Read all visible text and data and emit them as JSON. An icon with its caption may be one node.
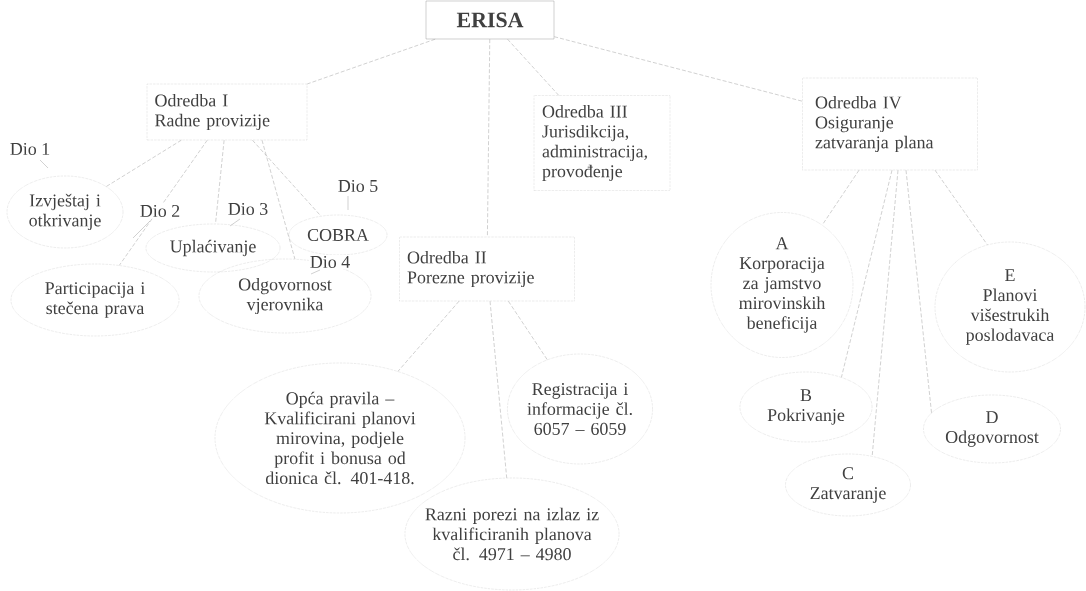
{
  "diagram": {
    "nodes": [
      {
        "text": [
          "ERISA"
        ]
      },
      {
        "text": [
          "Odredba I",
          "Radne provizije"
        ]
      },
      {
        "text": [
          "Izvještaj i otkrivanje"
        ]
      },
      {
        "text": [
          "Participacija i stečena prava"
        ]
      },
      {
        "text": [
          "Uplaćivanje"
        ]
      },
      {
        "text": [
          "Odgovornost vjerovnika"
        ]
      },
      {
        "text": [
          "COBRA"
        ]
      },
      {
        "text": [
          "Odredba II",
          "Porezne provizije"
        ]
      },
      {
        "text": [
          "Opća pravila – Kvalificirani planovi mirovina, podjele profit i bonusa od dionica čl. 401-418."
        ]
      },
      {
        "text": [
          "Razni porezi na izlaz iz kvalificiranih planova čl. 4971 – 4980"
        ]
      },
      {
        "text": [
          "Registracija i informacije čl. 6057 – 6059"
        ]
      },
      {
        "text": [
          "Odredba III",
          "Jurisdikcija, administracija, provođenje"
        ]
      },
      {
        "text": [
          "Odredba IV",
          "Osiguranje zatvaranja plana"
        ]
      },
      {
        "text": [
          "A",
          "Korporacija za jamstvo mirovinskih beneficija"
        ]
      },
      {
        "text": [
          "B",
          "Pokrivanje"
        ]
      },
      {
        "text": [
          "C",
          "Zatvaranje"
        ]
      },
      {
        "text": [
          "D",
          "Odgovornost"
        ]
      },
      {
        "text": [
          "E",
          "Planovi višestrukih poslodavaca"
        ]
      }
    ],
    "edges": [
      {
        "from": 0,
        "to": 1,
        "arrow": "none"
      },
      {
        "from": 0,
        "to": 7,
        "arrow": "none"
      },
      {
        "from": 0,
        "to": 11,
        "arrow": "none"
      },
      {
        "from": 0,
        "to": 12,
        "arrow": "none"
      },
      {
        "from": 1,
        "to": 2,
        "arrow": "none",
        "label": "Dio 1"
      },
      {
        "from": 1,
        "to": 3,
        "arrow": "none",
        "label": "Dio 2"
      },
      {
        "from": 1,
        "to": 4,
        "arrow": "none",
        "label": "Dio 3"
      },
      {
        "from": 1,
        "to": 5,
        "arrow": "none",
        "label": "Dio 4"
      },
      {
        "from": 1,
        "to": 6,
        "arrow": "none",
        "label": "Dio 5"
      },
      {
        "from": 7,
        "to": 8,
        "arrow": "none"
      },
      {
        "from": 7,
        "to": 9,
        "arrow": "none"
      },
      {
        "from": 7,
        "to": 10,
        "arrow": "none"
      },
      {
        "from": 12,
        "to": 13,
        "arrow": "none"
      },
      {
        "from": 12,
        "to": 14,
        "arrow": "none"
      },
      {
        "from": 12,
        "to": 15,
        "arrow": "none"
      },
      {
        "from": 12,
        "to": 16,
        "arrow": "none"
      },
      {
        "from": 12,
        "to": 17,
        "arrow": "none"
      }
    ]
  }
}
